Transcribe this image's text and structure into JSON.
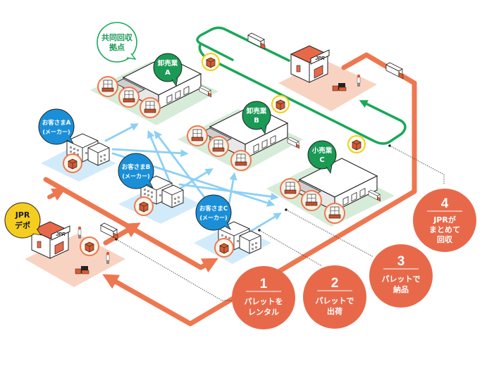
{
  "colors": {
    "orange": "#ee7750",
    "orange_circle": "#e8694a",
    "green": "#1a9a55",
    "green_route": "#1aa858",
    "blue": "#1a8fd8",
    "light_blue_arrow": "#8dd0f4",
    "yellow": "#f4cd1e",
    "pad_green": "#d6ecd9",
    "pad_blue": "#d2ebfa",
    "pad_peach": "#f9d3c2"
  },
  "bubbles": {
    "joint_collection": {
      "line1": "共同回収",
      "line2": "拠点"
    },
    "wholesaler_a": {
      "line1": "卸売業",
      "line2": "A"
    },
    "wholesaler_b": {
      "line1": "卸売業",
      "line2": "B"
    },
    "retailer_c": {
      "line1": "小売業",
      "line2": "C"
    },
    "customer_a": {
      "line1": "お客さまA",
      "line2": "(メーカー)"
    },
    "customer_b": {
      "line1": "お客さまB",
      "line2": "(メーカー)"
    },
    "customer_c": {
      "line1": "お客さまC",
      "line2": "(メーカー)"
    },
    "jpr_depot": {
      "line1": "JPR",
      "line2": "デポ"
    }
  },
  "buildings": {
    "jpr_sign": "JPR"
  },
  "steps": [
    {
      "number": "1",
      "line1": "パレットを",
      "line2": "レンタル",
      "line3": ""
    },
    {
      "number": "2",
      "line1": "パレットで",
      "line2": "出荷",
      "line3": ""
    },
    {
      "number": "3",
      "line1": "パレットで",
      "line2": "納品",
      "line3": ""
    },
    {
      "number": "4",
      "line1": "JPRが",
      "line2": "まとめて",
      "line3": "回収"
    }
  ]
}
